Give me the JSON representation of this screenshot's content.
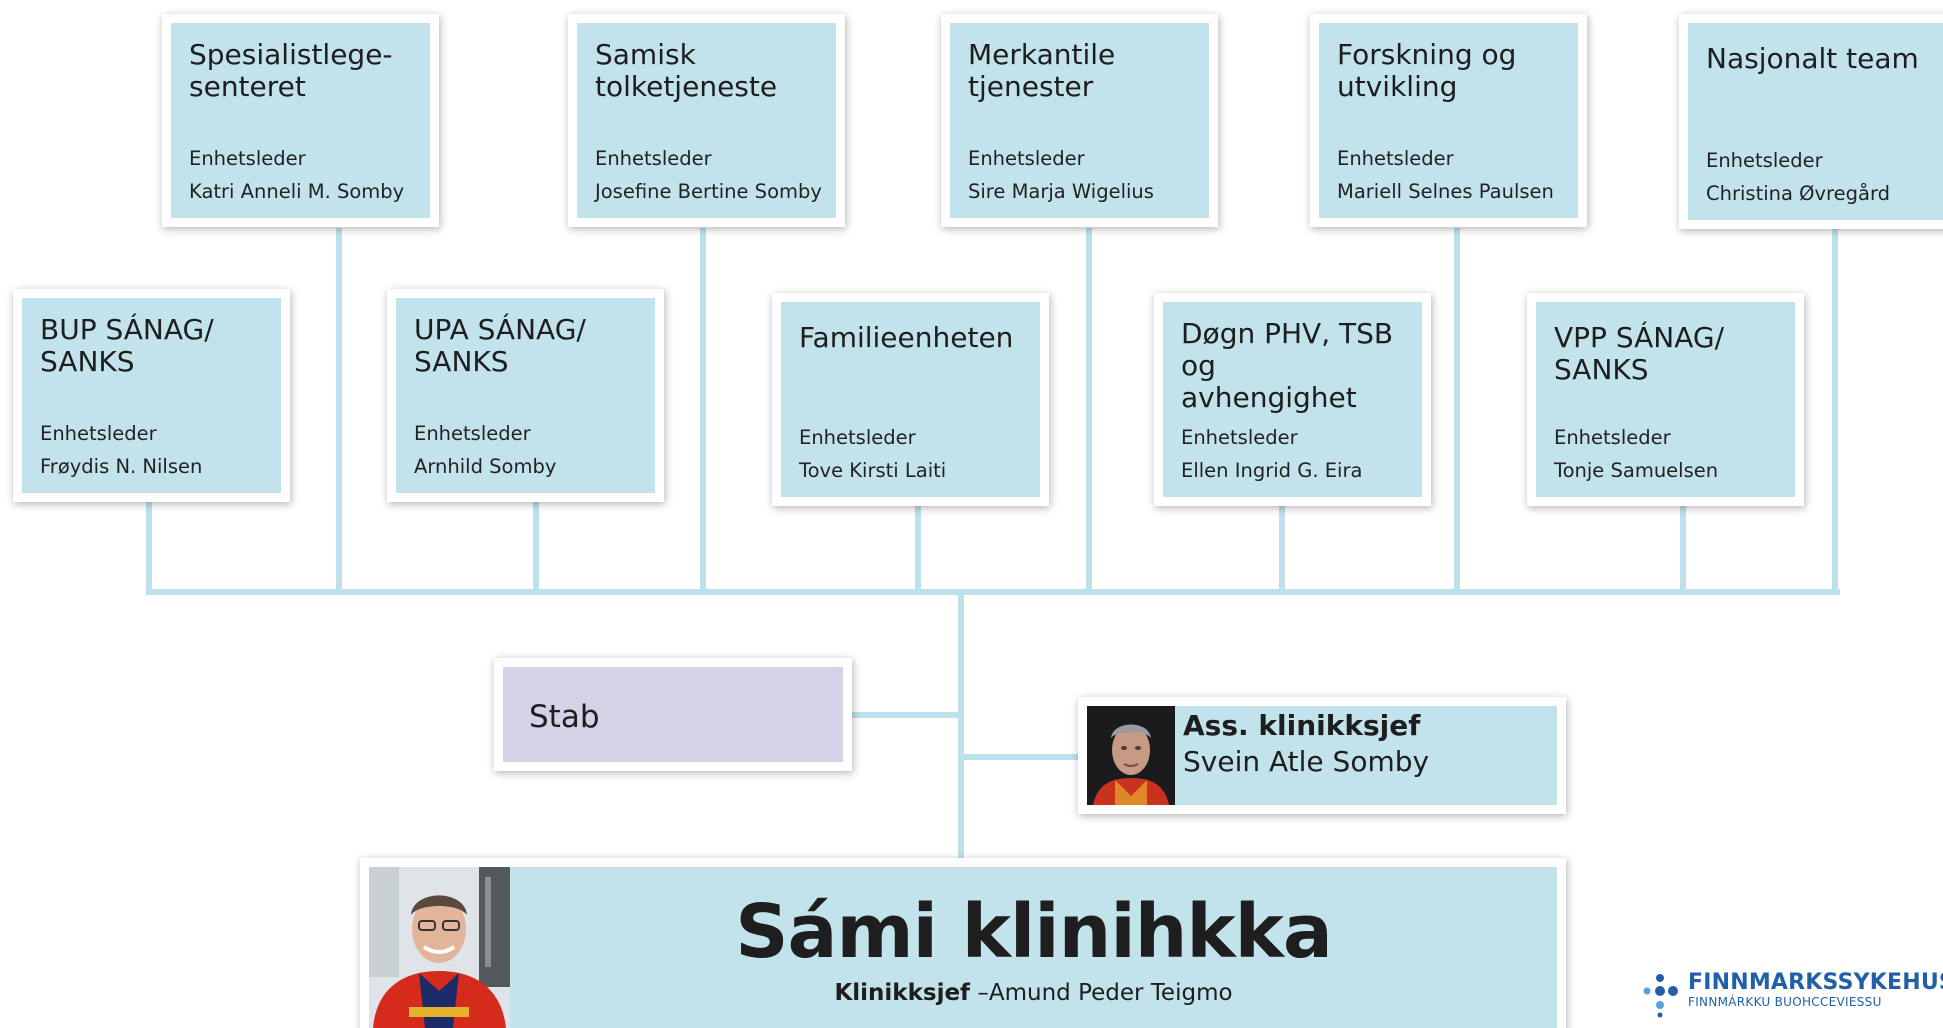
{
  "top_row": [
    {
      "title": "Spesialistlege-\nsenteret",
      "role": "Enhetsleder",
      "name": "Katri Anneli M. Somby"
    },
    {
      "title": "Samisk\ntolketjeneste",
      "role": "Enhetsleder",
      "name": "Josefine Bertine Somby"
    },
    {
      "title": "Merkantile\ntjenester",
      "role": "Enhetsleder",
      "name": "Sire Marja Wigelius"
    },
    {
      "title": "Forskning og\nutvikling",
      "role": "Enhetsleder",
      "name": "Mariell Selnes Paulsen"
    },
    {
      "title": "Nasjonalt team",
      "role": "Enhetsleder",
      "name": "Christina Øvregård"
    }
  ],
  "mid_row": [
    {
      "title": "BUP SÁNAG/\nSANKS",
      "role": "Enhetsleder",
      "name": "Frøydis N. Nilsen"
    },
    {
      "title": "UPA SÁNAG/\nSANKS",
      "role": "Enhetsleder",
      "name": "Arnhild Somby"
    },
    {
      "title": "Familieenheten",
      "role": "Enhetsleder",
      "name": "Tove Kirsti Laiti"
    },
    {
      "title": "Døgn PHV, TSB og\navhengighet",
      "role": "Enhetsleder",
      "name": "Ellen Ingrid G. Eira"
    },
    {
      "title": "VPP SÁNAG/\nSANKS",
      "role": "Enhetsleder",
      "name": "Tonje Samuelsen"
    }
  ],
  "stab": {
    "label": "Stab"
  },
  "assistant": {
    "title": "Ass. klinikksjef",
    "name": "Svein Atle Somby"
  },
  "clinic": {
    "title": "Sámi klinihkka",
    "chief_role": "Klinikksjef",
    "chief_sep": " –",
    "chief_name": "Amund Peder Teigmo"
  },
  "logo": {
    "name": "FINNMARKSSYKEHUSET",
    "subtitle": "FINNMÁRKKU BUOHCCEVIESSU"
  },
  "colors": {
    "box": "#c2e3ec",
    "stab": "#d6d1e6",
    "connector": "#bde1ea",
    "logo": "#2060a8"
  }
}
